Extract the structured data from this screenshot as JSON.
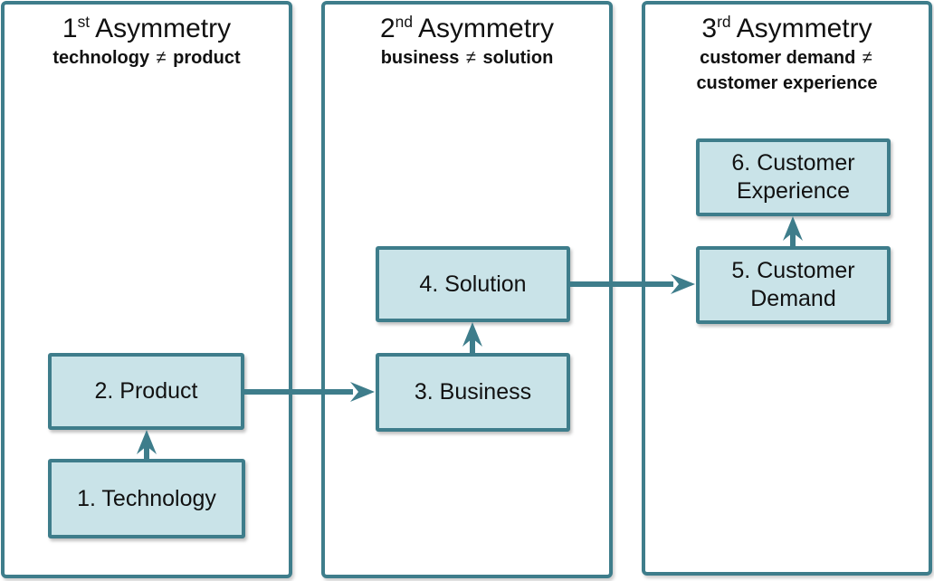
{
  "colors": {
    "stroke_teal": "#3E7D8B",
    "box_fill": "#C9E3E8",
    "background": "#FFFFFF",
    "text": "#111111"
  },
  "panels": [
    {
      "title_number": "1",
      "title_ordinal": "st",
      "title_word": "Asymmetry",
      "subtitle_left": "technology",
      "subtitle_symbol": "≠",
      "subtitle_right": "product"
    },
    {
      "title_number": "2",
      "title_ordinal": "nd",
      "title_word": "Asymmetry",
      "subtitle_left": "business",
      "subtitle_symbol": "≠",
      "subtitle_right": "solution"
    },
    {
      "title_number": "3",
      "title_ordinal": "rd",
      "title_word": "Asymmetry",
      "subtitle_left": "customer demand",
      "subtitle_symbol": "≠",
      "subtitle_right": "customer experience"
    }
  ],
  "boxes": {
    "technology": {
      "label": "1. Technology"
    },
    "product": {
      "label": "2. Product"
    },
    "business": {
      "label": "3. Business"
    },
    "solution": {
      "label": "4. Solution"
    },
    "demand": {
      "label": "5. Customer Demand"
    },
    "experience": {
      "label": "6. Customer Experience"
    }
  },
  "flows": [
    "1. Technology -> 2. Product",
    "2. Product -> 3. Business",
    "3. Business -> 4. Solution",
    "4. Solution -> 5. Customer Demand",
    "5. Customer Demand -> 6. Customer Experience"
  ]
}
